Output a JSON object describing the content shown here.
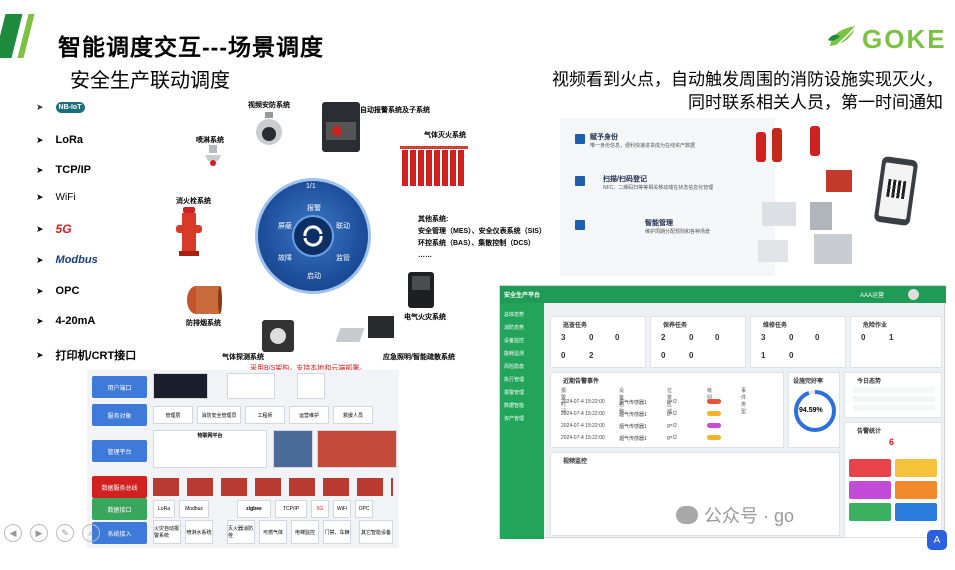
{
  "header": {
    "title": "智能调度交互---场景调度",
    "subtitle": "安全生产联动调度",
    "description_line1": "视频看到火点，自动触发周围的消防设施实现灭火，",
    "description_line2": "同时联系相关人员，第一时间通知",
    "logo_text": "GOKE"
  },
  "protocols": [
    {
      "label": "NB-IoT"
    },
    {
      "label": "LoRa"
    },
    {
      "label": "TCP/IP"
    },
    {
      "label": "WiFi"
    },
    {
      "label": "5G"
    },
    {
      "label": "Modbus"
    },
    {
      "label": "OPC"
    },
    {
      "label": "4-20mA"
    },
    {
      "label": "打印机/CRT接口"
    }
  ],
  "hub": {
    "page": "1/1",
    "segments": [
      "报警",
      "联动",
      "监管",
      "启动",
      "故障",
      "屏蔽"
    ]
  },
  "nodes": {
    "video": "视频安防系统",
    "fire_alarm": "火灾自动报警系统及子系统",
    "gas": "气体灭火系统",
    "sprinkler": "喷淋系统",
    "hydrant": "消火栓系统",
    "smoke": "防排烟系统",
    "electrical": "电气火灾系统",
    "detector": "气体探测系统",
    "emergency": "应急照明/智能疏散系统",
    "other_title": "其他系统:",
    "other_line1": "安全管理（MES）、安全仪表系统（SIS）",
    "other_line2": "环控系统（BAS）、集散控制（DCS）",
    "other_more": "……"
  },
  "arch": {
    "note": "采用B/S架构，支持本地和云端部署。",
    "rows": [
      "用户端口",
      "服务对象",
      "管理平台",
      "数据服务总线",
      "数据接口",
      "系统接入"
    ],
    "platform_title": "物联网平台",
    "service_items": [
      "管理层",
      "消防安全管理员",
      "工程师",
      "运营维护",
      "救援人员"
    ],
    "protocols": [
      "LoRa",
      "Modbus",
      "zigbee",
      "TCP/IP",
      "5G",
      "WiFi",
      "OPC"
    ],
    "access": [
      "火灾自动报警系统",
      "喷淋水系统",
      "灭火器消防栓",
      "可燃气体",
      "电梯监控",
      "门禁、车辆",
      "其它智能设备"
    ]
  },
  "right_top": {
    "items": [
      {
        "title": "赋予身份",
        "desc": "唯一身份信息，便利快速进货成为在线资产数据"
      },
      {
        "title": "扫描/扫码登记",
        "desc": "NFC、二维码扫等等相关移动端在状态信息化管理"
      },
      {
        "title": "智能管理",
        "desc": "维护周期分配规则和各种场景"
      }
    ]
  },
  "dashboard": {
    "title": "安全生产平台",
    "user": "AAA运营",
    "sidebar": [
      "总体态势",
      "消防态势",
      "设备监控",
      "能耗监测",
      "风险隐患",
      "执行管理",
      "报警管理",
      "数据智能",
      "资产管理"
    ],
    "cards": [
      {
        "title": "巡查任务",
        "nums": [
          "3",
          "0",
          "0",
          "0",
          "2"
        ]
      },
      {
        "title": "保养任务",
        "nums": [
          "2",
          "0",
          "0",
          "0",
          "0"
        ]
      },
      {
        "title": "维修任务",
        "nums": [
          "3",
          "0",
          "0",
          "1",
          "0"
        ]
      },
      {
        "title": "危险作业",
        "nums": [
          "0",
          "1"
        ]
      }
    ],
    "events_title": "近期告警事件",
    "event_columns": [
      "报警时间",
      "设备名称",
      "位置区域",
      "级别",
      "事件类型"
    ],
    "events": [
      {
        "time": "2024-07-4 15:22:00",
        "device": "烟气传感器1",
        "area": "g×/2"
      },
      {
        "time": "2024-07-4 15:22:00",
        "device": "烟气传感器1",
        "area": "g×/2"
      },
      {
        "time": "2024-07-4 15:22:00",
        "device": "烟气传感器1",
        "area": "g×/2"
      },
      {
        "time": "2024-07-4 15:22:00",
        "device": "烟气传感器1",
        "area": "g×/2"
      }
    ],
    "rate_title": "设施完好率",
    "rate_value": "94.59%",
    "rate_fraction": 0.9459,
    "overview_title": "今日态势",
    "alarm_stats_title": "告警统计",
    "alarm_count": "6",
    "video_title": "视频监控"
  },
  "watermark": "公众号 · go"
}
